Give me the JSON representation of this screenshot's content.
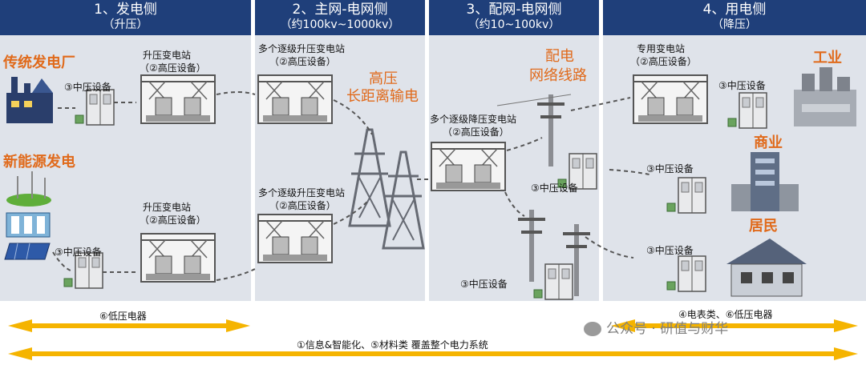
{
  "colors": {
    "header_bg": "#1f3f7a",
    "panel_bg": "#dfe3ea",
    "accent_orange": "#e06a1b",
    "arrow": "#f5b400",
    "pylon": "#666a73"
  },
  "panels": [
    {
      "title": "1、发电侧",
      "subtitle": "（升压）"
    },
    {
      "title": "2、主网-电网侧",
      "subtitle": "（约100kv~1000kv）"
    },
    {
      "title": "3、配网-电网侧",
      "subtitle": "（约10~100kv）"
    },
    {
      "title": "4、用电侧",
      "subtitle": "（降压）"
    }
  ],
  "labels": {
    "traditional_plant": "传统发电厂",
    "new_energy": "新能源发电",
    "step_up_station": "升压变电站",
    "hv_equipment": "（②高压设备）",
    "mv_equipment": "③中压设备",
    "multi_step_up": "多个逐级升压变电站",
    "long_distance": [
      "高压",
      "长距离输电"
    ],
    "distribution_lines": [
      "配电",
      "网络线路"
    ],
    "multi_step_down": "多个逐级降压变电站",
    "dedicated_station": "专用变电站",
    "industry": "工业",
    "commerce": "商业",
    "residential": "居民"
  },
  "arrows": {
    "low_voltage_left": "⑥低压电器",
    "meters_low_voltage": "④电表类、⑥低压电器",
    "whole_system": "①信息&智能化、⑤材料类 覆盖整个电力系统"
  },
  "watermark": {
    "icon": "wechat-icon",
    "text": "公众号 · 研值与财华"
  }
}
